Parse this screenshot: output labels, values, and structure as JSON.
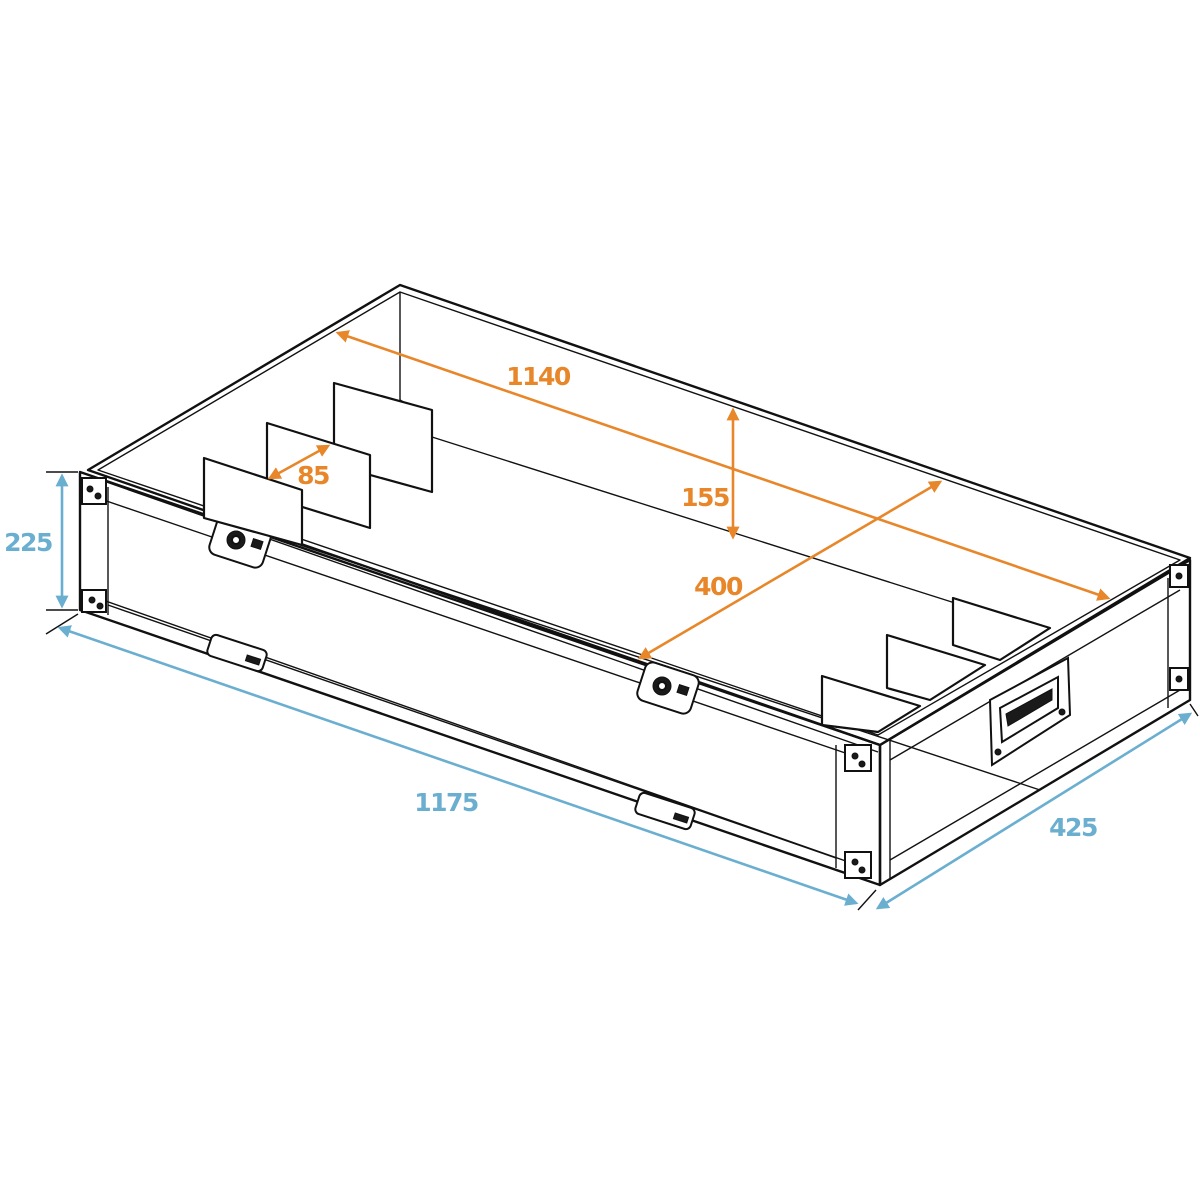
{
  "colors": {
    "outer_dimension": "#6aaed0",
    "inner_dimension": "#e8862a",
    "outline": "#111111"
  },
  "dimensions": {
    "outer": {
      "length": "1175",
      "width": "425",
      "height": "225"
    },
    "inner": {
      "length": "1140",
      "width": "400",
      "height": "155",
      "divider_spacing": "85"
    }
  }
}
